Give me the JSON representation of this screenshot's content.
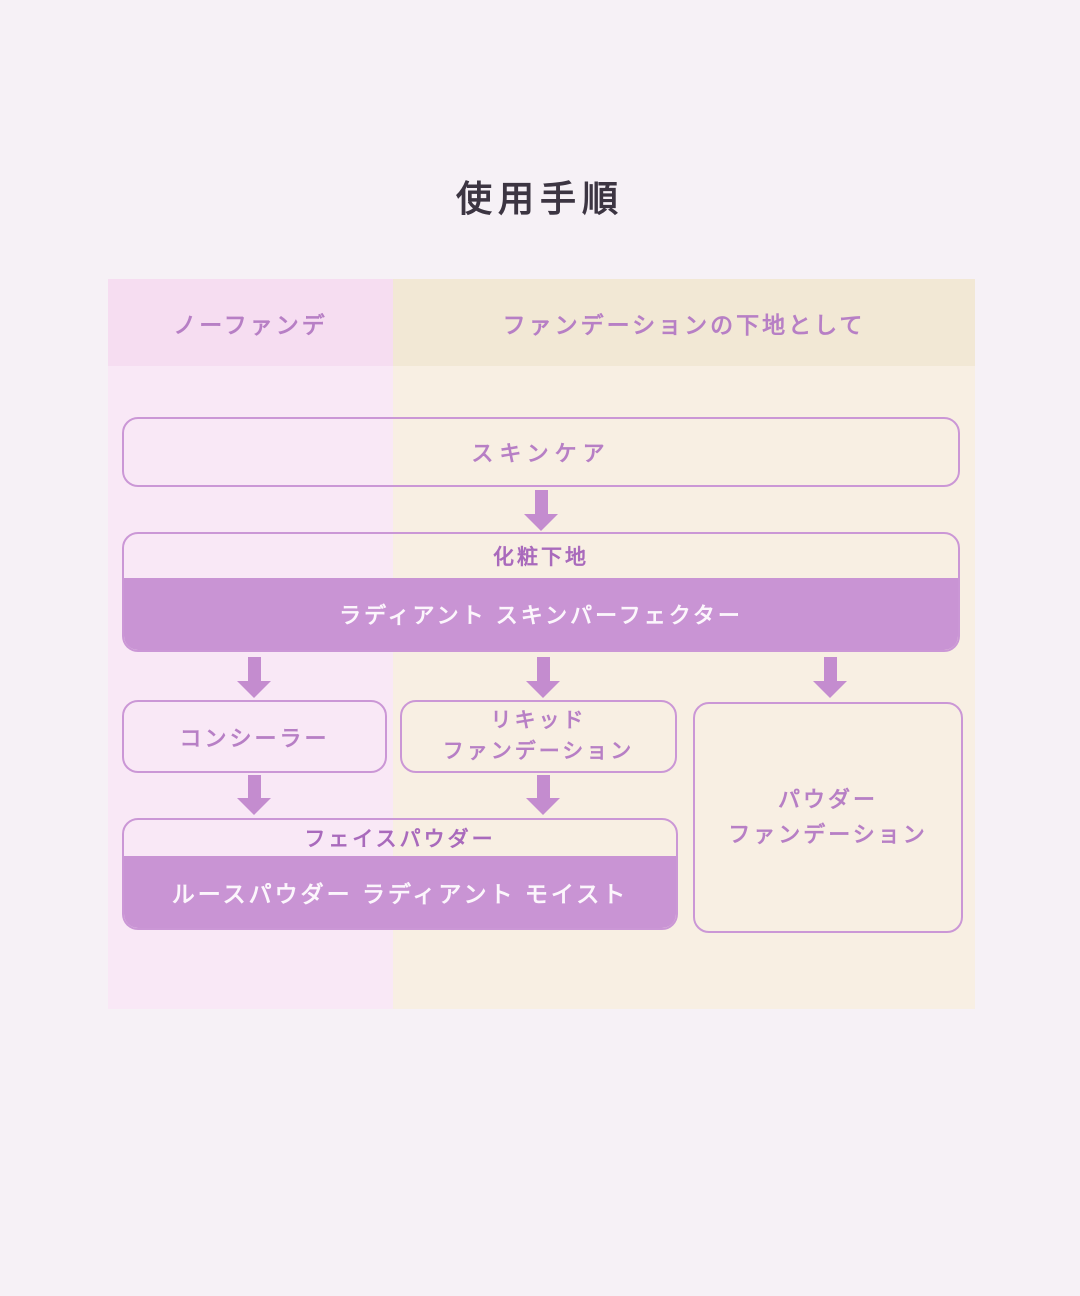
{
  "title": "使用手順",
  "columns": {
    "no_foundation": "ノーファンデ",
    "as_foundation_base": "ファンデーションの下地として"
  },
  "nodes": {
    "skincare": "スキンケア",
    "makeup_base": {
      "category": "化粧下地",
      "product": "ラディアント スキンパーフェクター"
    },
    "concealer": "コンシーラー",
    "liquid_foundation": {
      "line1": "リキッド",
      "line2": "ファンデーション"
    },
    "powder_foundation": {
      "line1": "パウダー",
      "line2": "ファンデーション"
    },
    "face_powder": {
      "category": "フェイスパウダー",
      "product": "ルースパウダー ラディアント モイスト"
    }
  },
  "colors": {
    "page_background": "#f6f1f6",
    "left_column_header": "#f6ddf1",
    "left_column_body": "#f9e8f6",
    "right_column_header": "#f2e8d5",
    "right_column_body": "#f8efe3",
    "accent_purple_fill": "#c994d4",
    "border_purple": "#cb97d6",
    "text_purple": "#b77fc5",
    "title_text": "#3c3542"
  }
}
